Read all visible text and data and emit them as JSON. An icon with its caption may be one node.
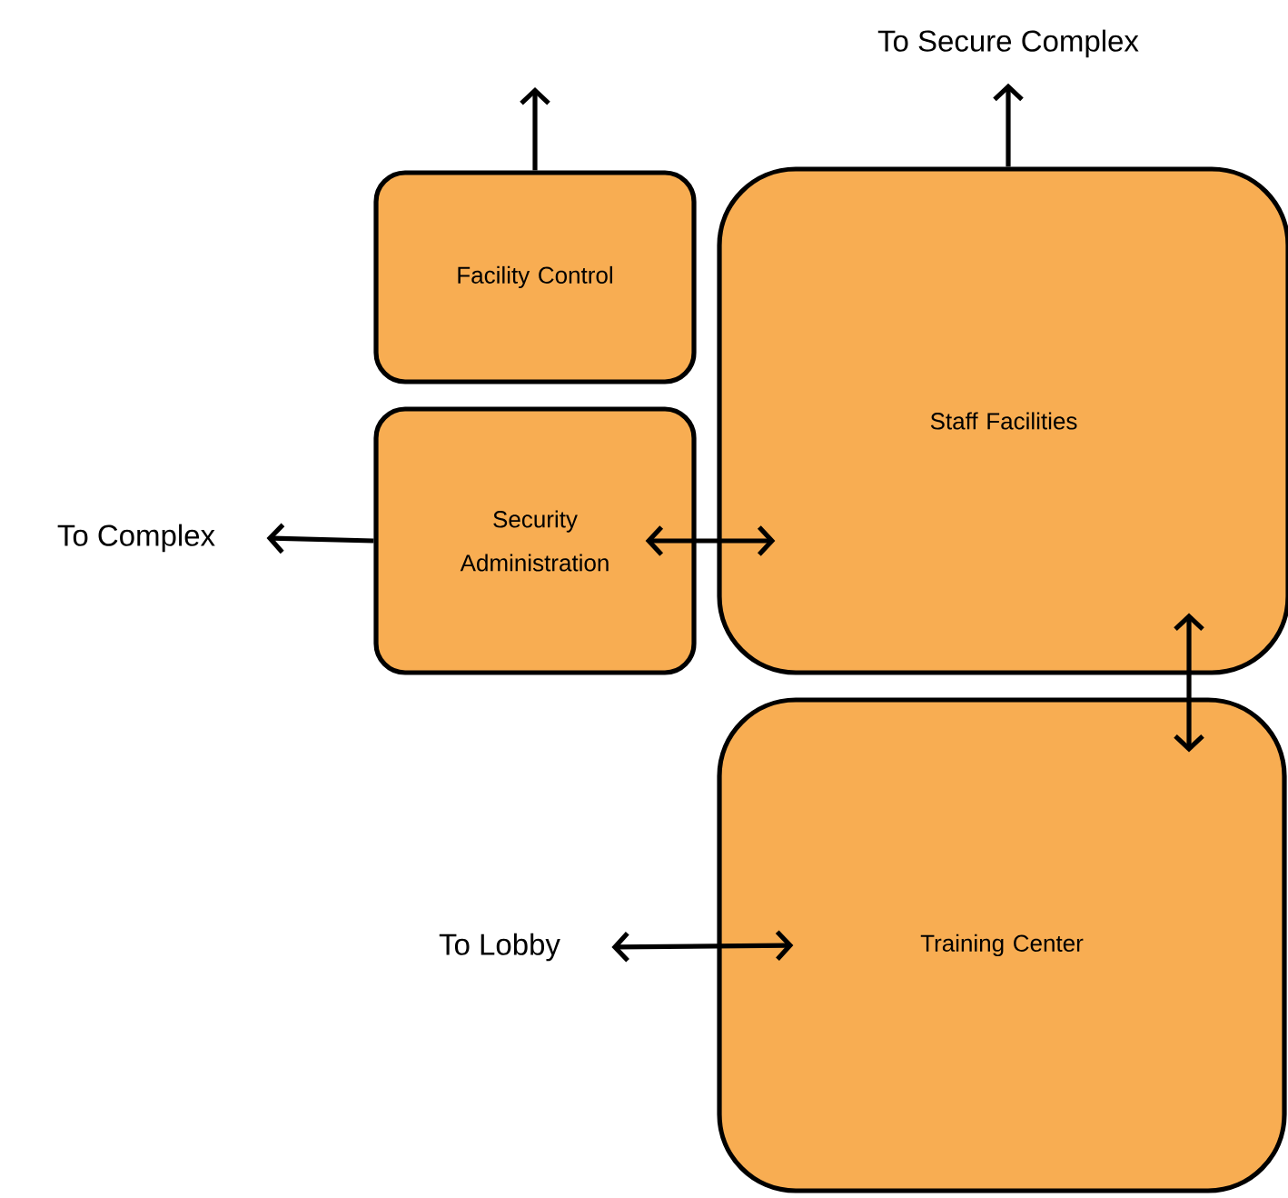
{
  "diagram": {
    "nodes": [
      {
        "text": [
          "To Secure Complex"
        ]
      },
      {
        "text": [
          "Facility Control"
        ]
      },
      {
        "text": [
          "Staff Facilities"
        ]
      },
      {
        "text": [
          "To Complex"
        ]
      },
      {
        "text": [
          "Security Administration"
        ]
      },
      {
        "text": [
          "Training Center"
        ]
      },
      {
        "text": [
          "To Lobby"
        ]
      }
    ],
    "edges": [
      {
        "from": 1,
        "to": null,
        "arrow": "to"
      },
      {
        "from": 2,
        "to": 0,
        "arrow": "to"
      },
      {
        "from": 4,
        "to": 3,
        "arrow": "to"
      },
      {
        "from": 4,
        "to": 2,
        "arrow": "both"
      },
      {
        "from": 2,
        "to": 5,
        "arrow": "both"
      },
      {
        "from": 6,
        "to": 5,
        "arrow": "both"
      }
    ]
  }
}
